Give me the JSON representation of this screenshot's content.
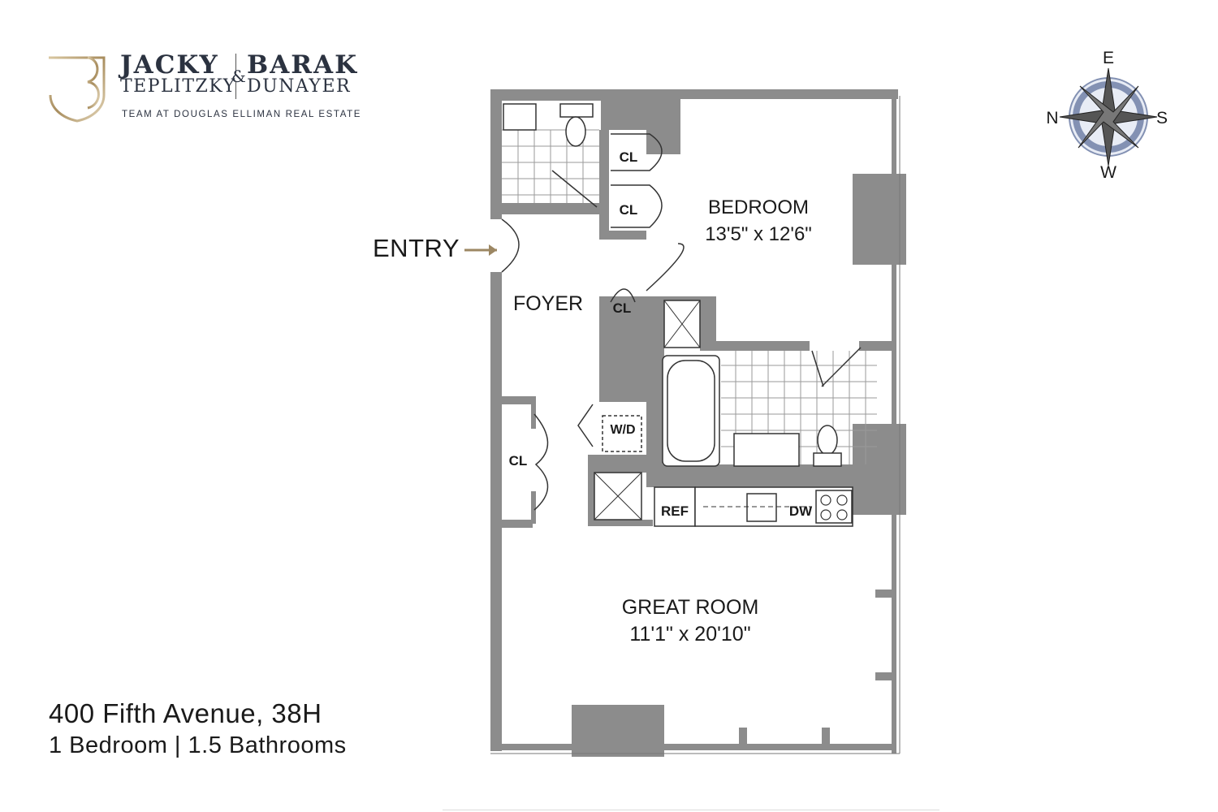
{
  "brand": {
    "name_left_top": "JACKY",
    "name_left_bottom": "TEPLITZKY",
    "ampersand": "&",
    "name_right_top": "BARAK",
    "name_right_bottom": "DUNAYER",
    "subtitle": "TEAM AT DOUGLAS ELLIMAN REAL ESTATE",
    "gold_color": "#b39b6f",
    "navy_color": "#2b3240"
  },
  "listing": {
    "address": "400 Fifth Avenue, 38H",
    "summary": "1 Bedroom | 1.5 Bathrooms"
  },
  "compass": {
    "top": "E",
    "left": "N",
    "right": "S",
    "bottom": "W"
  },
  "plan": {
    "entry_label": "ENTRY",
    "arrow_color": "#9c8763",
    "wall_color": "#8c8c8c",
    "rooms": {
      "bedroom_name": "BEDROOM",
      "bedroom_size": "13'5\" x 12'6\"",
      "great_room_name": "GREAT ROOM",
      "great_room_size": "11'1\" x 20'10\"",
      "foyer_name": "FOYER"
    },
    "fixtures": {
      "closet_1": "CL",
      "closet_2": "CL",
      "closet_3": "CL",
      "closet_4": "CL",
      "washer_dryer": "W/D",
      "refrigerator": "REF",
      "dishwasher": "DW"
    }
  }
}
